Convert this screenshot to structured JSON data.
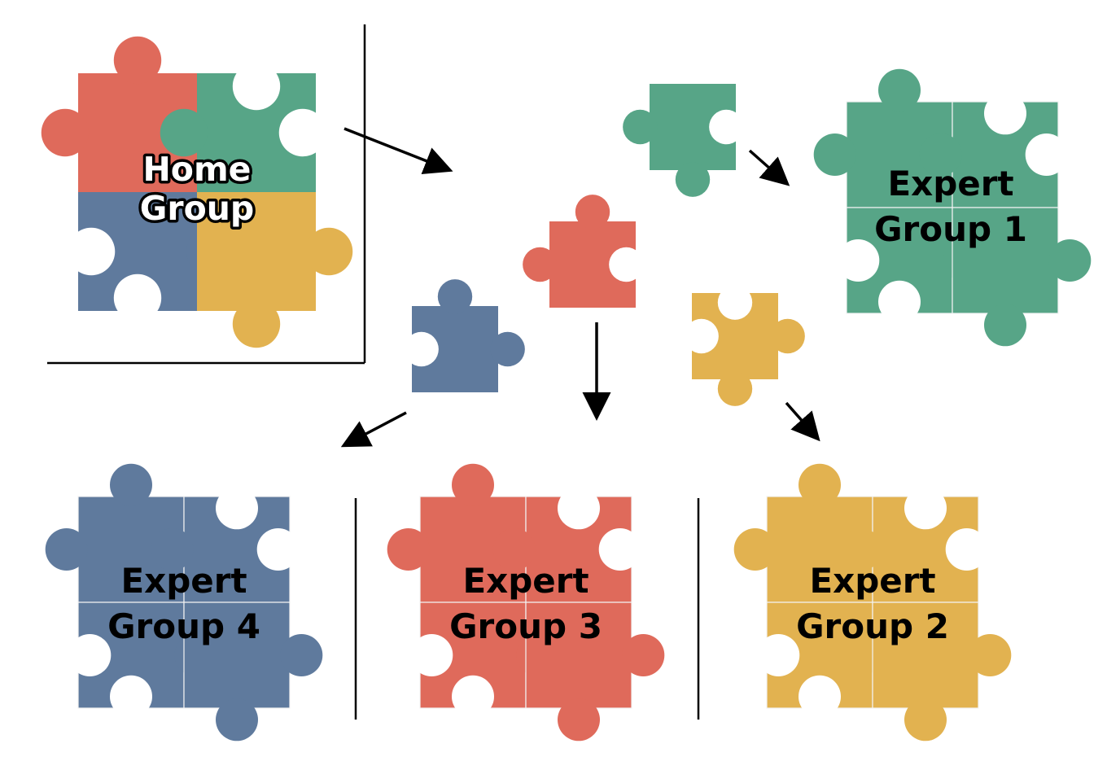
{
  "colors": {
    "red": "#df6a5b",
    "green": "#57a587",
    "blue": "#5f7a9d",
    "yellow": "#e2b250",
    "seam": "#f3f3f3",
    "line": "#000000"
  },
  "home_group": {
    "label_line1": "Home",
    "label_line2": "Group"
  },
  "expert_groups": [
    {
      "label_line1": "Expert",
      "label_line2": "Group 1",
      "color": "green"
    },
    {
      "label_line1": "Expert",
      "label_line2": "Group 2",
      "color": "yellow"
    },
    {
      "label_line1": "Expert",
      "label_line2": "Group 3",
      "color": "red"
    },
    {
      "label_line1": "Expert",
      "label_line2": "Group 4",
      "color": "blue"
    }
  ]
}
